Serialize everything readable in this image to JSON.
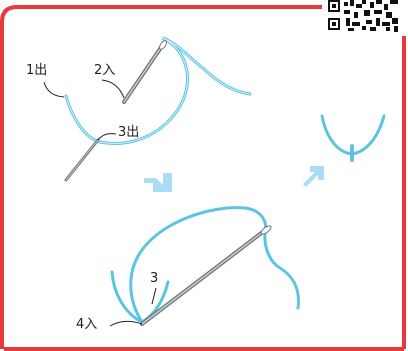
{
  "labels": {
    "step1_out": "1出",
    "step2_in": "2入",
    "step3_out": "3出",
    "step3": "3",
    "step4_in": "4入"
  },
  "colors": {
    "frame": "#e8393b",
    "thread": "#5bc3e4",
    "arrow": "#aadcf3",
    "needle": "#8a8f96",
    "text": "#222222"
  },
  "icons": [
    "qr-code-icon",
    "arrow-down-right-icon",
    "arrow-up-right-icon",
    "needle-icon"
  ]
}
